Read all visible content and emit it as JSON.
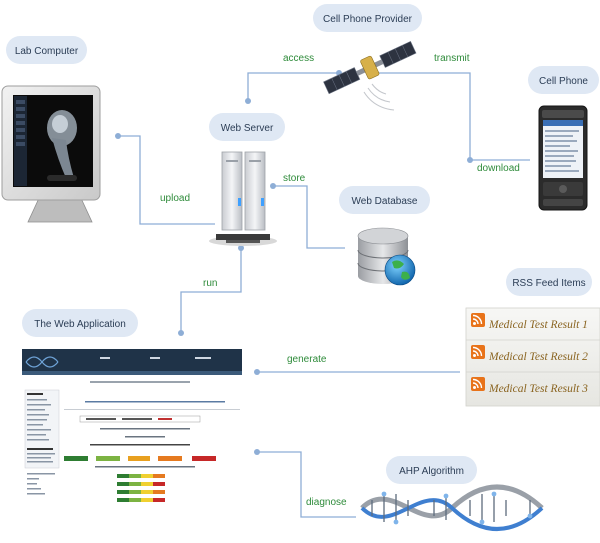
{
  "nodes": {
    "lab_computer": "Lab Computer",
    "cell_phone_provider": "Cell Phone Provider",
    "cell_phone": "Cell Phone",
    "web_server": "Web Server",
    "web_database": "Web Database",
    "rss_feed_items": "RSS Feed Items",
    "web_application": "The Web Application",
    "ahp_algorithm": "AHP Algorithm"
  },
  "edges": {
    "access": "access",
    "transmit": "transmit",
    "download": "download",
    "upload": "upload",
    "store": "store",
    "run": "run",
    "generate": "generate",
    "diagnose": "diagnose"
  },
  "rss_items": [
    "Medical Test Result 1",
    "Medical Test Result 2",
    "Medical Test Result 3"
  ],
  "colors": {
    "pill_fill": "#dfe8f4",
    "connector": "#8eaed6",
    "edge_label": "#2e8b3a",
    "rss_orange": "#e8731a"
  },
  "icons": {
    "lab_computer": "monitor-xray-icon",
    "satellite": "satellite-icon",
    "phone": "smartphone-icon",
    "server": "server-tower-icon",
    "database": "database-globe-icon",
    "rss": "rss-icon",
    "dna": "dna-helix-icon"
  }
}
